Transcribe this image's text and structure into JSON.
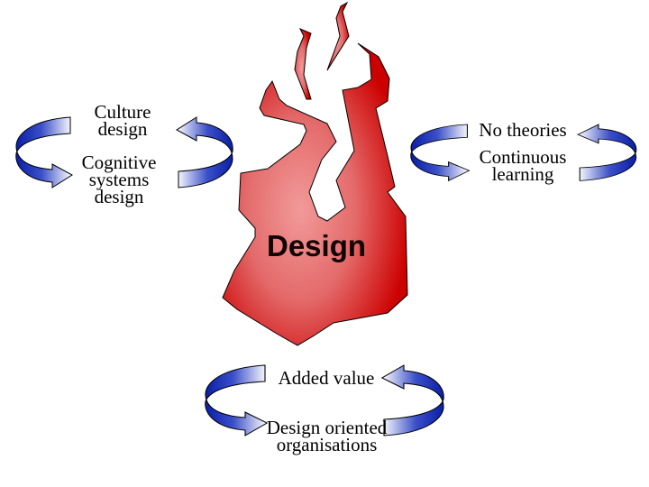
{
  "center": {
    "title": "Design"
  },
  "cycles": [
    {
      "top": "Culture design",
      "top_lines": [
        "Culture",
        "design"
      ],
      "bottom_lines": [
        "Cognitive",
        "systems",
        "design"
      ]
    },
    {
      "top_lines": [
        "No theories"
      ],
      "bottom_lines": [
        "Continuous",
        "learning"
      ]
    },
    {
      "top_lines": [
        "Added value"
      ],
      "bottom_lines": [
        "Design oriented",
        "organisations"
      ]
    }
  ],
  "colors": {
    "flame_dark": "#cc0000",
    "flame_light": "#f09090",
    "arrow_dark": "#0022aa",
    "arrow_light": "#ffffff"
  }
}
